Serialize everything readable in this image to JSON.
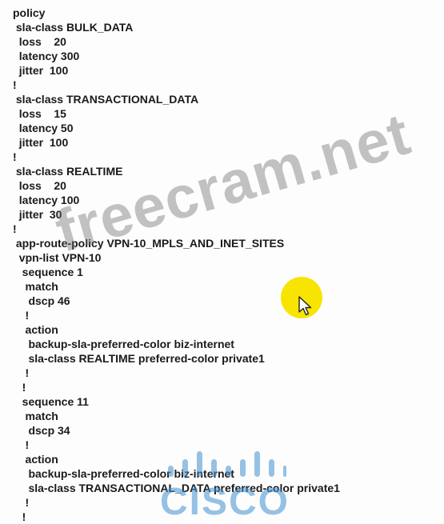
{
  "config_lines": [
    "policy",
    " sla-class BULK_DATA",
    "  loss    20",
    "  latency 300",
    "  jitter  100",
    "!",
    " sla-class TRANSACTIONAL_DATA",
    "  loss    15",
    "  latency 50",
    "  jitter  100",
    "!",
    " sla-class REALTIME",
    "  loss    20",
    "  latency 100",
    "  jitter  30",
    "!",
    " app-route-policy VPN-10_MPLS_AND_INET_SITES",
    "  vpn-list VPN-10",
    "   sequence 1",
    "    match",
    "     dscp 46",
    "    !",
    "    action",
    "     backup-sla-preferred-color biz-internet",
    "     sla-class REALTIME preferred-color private1",
    "    !",
    "   !",
    "   sequence 11",
    "    match",
    "     dscp 34",
    "    !",
    "    action",
    "     backup-sla-preferred-color biz-internet",
    "     sla-class TRANSACTIONAL_DATA preferred-color private1",
    "    !",
    "   !"
  ],
  "watermark": "freecram.net",
  "logo": {
    "text": "CISCO",
    "color": "#4090d2"
  },
  "cursor": {
    "highlight_color": "#f7e400",
    "icon": "pointer-cursor-icon"
  }
}
